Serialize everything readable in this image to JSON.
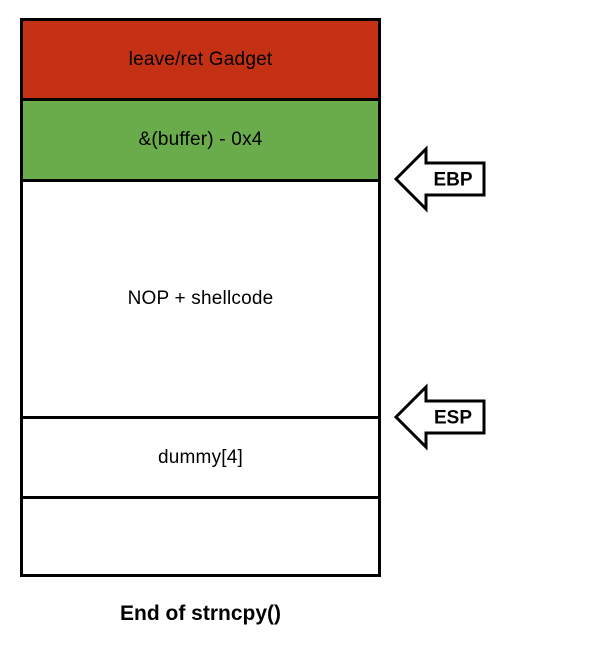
{
  "caption": "End of strncpy()",
  "stack": {
    "segments": [
      {
        "label": "leave/ret Gadget",
        "bg": "#c43013"
      },
      {
        "label": "&(buffer) - 0x4",
        "bg": "#6aab4b"
      },
      {
        "label": "NOP + shellcode",
        "bg": "#ffffff"
      },
      {
        "label": "dummy[4]",
        "bg": "#ffffff"
      },
      {
        "label": "",
        "bg": "#ffffff"
      }
    ]
  },
  "pointers": [
    {
      "label": "EBP"
    },
    {
      "label": "ESP"
    }
  ],
  "colors": {
    "gadget_red": "#c43013",
    "buffer_green": "#6aab4b",
    "line_black": "#000000",
    "background_white": "#ffffff"
  }
}
